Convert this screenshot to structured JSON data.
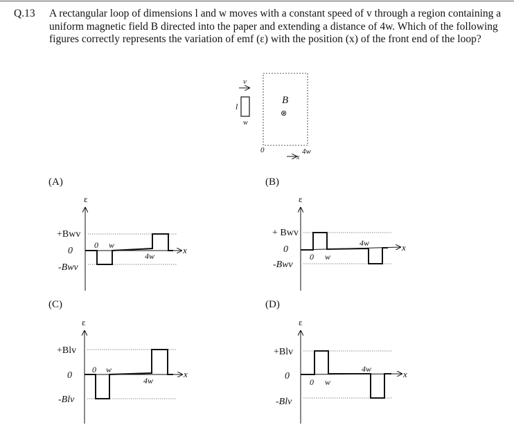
{
  "question": {
    "number": "Q.13",
    "text": "A rectangular loop of dimensions l and w moves with a constant speed of v through a region containing a uniform magnetic field B directed into the paper and extending a distance of 4w. Which of the following figures correctly represents the variation of emf (ε) with the position (x) of the front end of the loop?"
  },
  "setup_figure": {
    "velocity_label": "v",
    "length_label": "l",
    "width_label": "w",
    "field_label": "B",
    "field_symbol": "⊗",
    "origin_label": "0",
    "extent_label": "4w",
    "axis_label": "x"
  },
  "options": [
    {
      "letter": "(A)",
      "y_label": "ε",
      "upper": "+Bwv",
      "zero": "0",
      "lower": "-Bwv",
      "tick_0": "0",
      "tick_w": "w",
      "tick_4w": "4w",
      "x_label": "x"
    },
    {
      "letter": "(B)",
      "y_label": "ε",
      "upper": "+ Bwv",
      "zero": "0",
      "lower": "-Bwv",
      "tick_0": "0",
      "tick_w": "w",
      "tick_4w": "4w",
      "x_label": "x"
    },
    {
      "letter": "(C)",
      "y_label": "ε",
      "upper": "+Blv",
      "zero": "0",
      "lower": "-Blv",
      "tick_0": "0",
      "tick_w": "w",
      "tick_4w": "4w",
      "x_label": "x"
    },
    {
      "letter": "(D)",
      "y_label": "ε",
      "upper": "+Blv",
      "zero": "0",
      "lower": "-Blv",
      "tick_0": "0",
      "tick_w": "w",
      "tick_4w": "4w",
      "x_label": "x"
    }
  ]
}
